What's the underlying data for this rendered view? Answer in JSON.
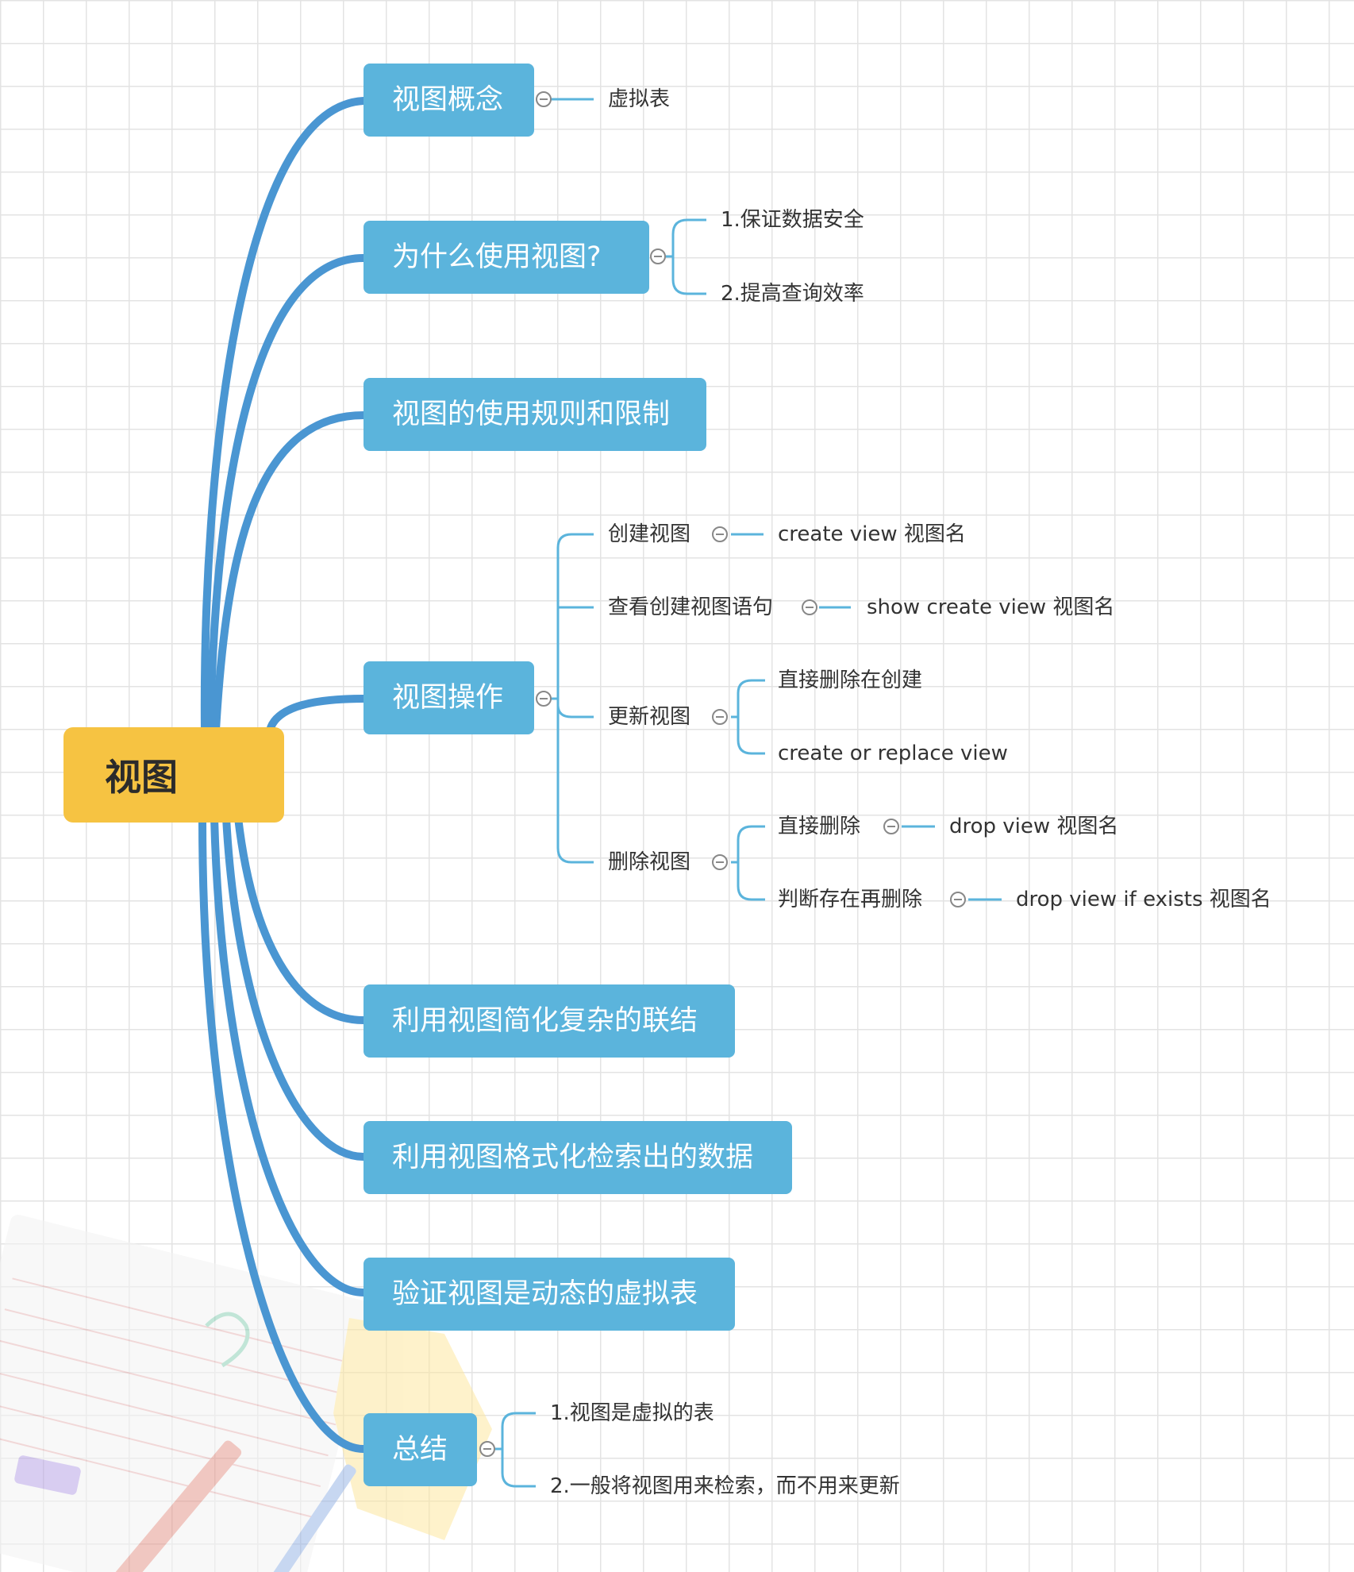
{
  "root": {
    "label": "视图"
  },
  "branches": {
    "concept": {
      "label": "视图概念",
      "children": [
        "虚拟表"
      ]
    },
    "why": {
      "label": "为什么使用视图?",
      "children": [
        "1.保证数据安全",
        "2.提高查询效率"
      ]
    },
    "rules": {
      "label": "视图的使用规则和限制"
    },
    "ops": {
      "label": "视图操作",
      "create": {
        "label": "创建视图",
        "child": "create view 视图名"
      },
      "show": {
        "label": "查看创建视图语句",
        "child": "show create view 视图名"
      },
      "update": {
        "label": "更新视图",
        "children": [
          "直接删除在创建",
          "create or replace view"
        ]
      },
      "delete": {
        "label": "删除视图",
        "direct": {
          "label": "直接删除",
          "child": "drop view  视图名"
        },
        "check": {
          "label": "判断存在再删除",
          "child": "drop view if exists 视图名"
        }
      }
    },
    "simplify": {
      "label": "利用视图简化复杂的联结"
    },
    "format": {
      "label": "利用视图格式化检索出的数据"
    },
    "verify": {
      "label": "验证视图是动态的虚拟表"
    },
    "summary": {
      "label": "总结",
      "children": [
        "1.视图是虚拟的表",
        "2.一般将视图用来检索，而不用来更新"
      ]
    }
  },
  "colors": {
    "root_fill": "#f6c342",
    "topic_fill": "#5bb4dc",
    "main_branch_line": "#4a96d2",
    "sub_branch_line": "#5bb4dc"
  }
}
